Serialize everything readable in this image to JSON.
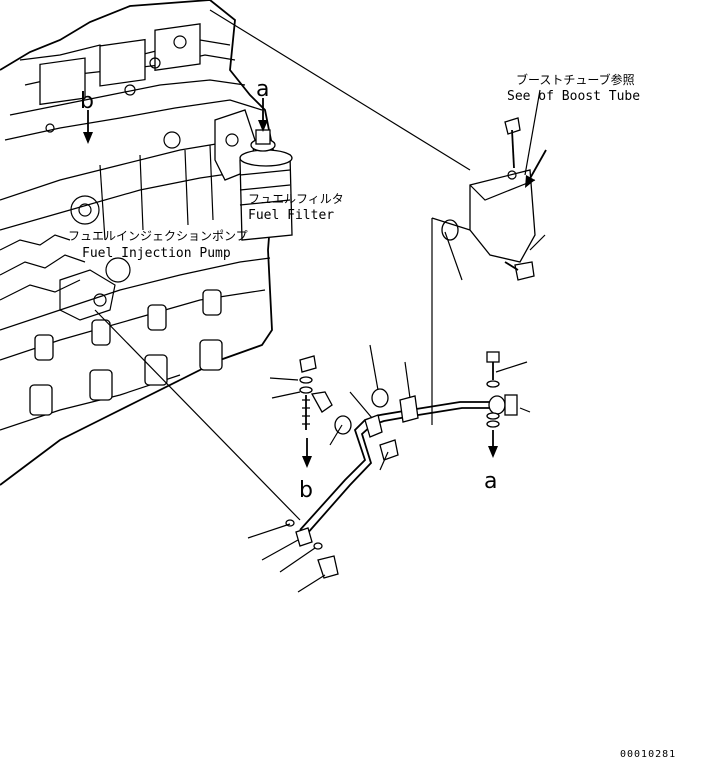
{
  "labels": {
    "boost_tube_jp": "ブーストチューブ参照",
    "boost_tube_en": "See of Boost Tube",
    "fuel_filter_jp": "フュエルフィルタ",
    "fuel_filter_en": "Fuel Filter",
    "injection_pump_jp": "フュエルインジェクションポンプ",
    "injection_pump_en": "Fuel Injection Pump",
    "ref_a_top": "a",
    "ref_b_top": "b",
    "ref_a_bottom": "a",
    "ref_b_bottom": "b"
  },
  "drawing_number": "00010281"
}
